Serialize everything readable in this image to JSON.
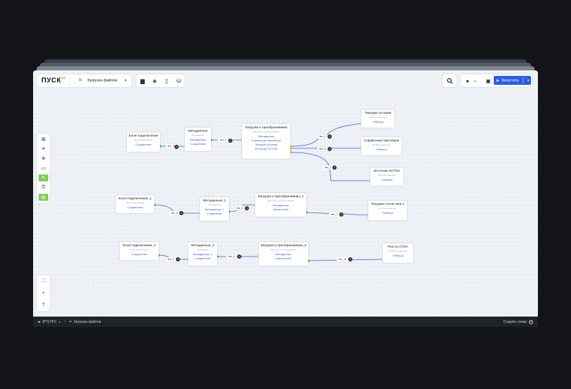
{
  "window": {
    "logo_text": "ПУСК",
    "logo_sup": "60",
    "file_title": "Загрузка файлов"
  },
  "toolbar": {
    "run_label": "Запустить"
  },
  "nodes": {
    "excel1": {
      "title": "Excel подключение",
      "subtitle": "Excel подключение",
      "line1": "Соединение"
    },
    "meta1": {
      "title": "Метаданные",
      "subtitle": "Метаданные",
      "line1": "Метаданные",
      "line2": "Соединение"
    },
    "load1": {
      "title": "Загрузка и преобразование",
      "subtitle": "Загрузка и преобразование",
      "line1": "Метаданные",
      "line2": "Справочник партнёров",
      "line3": "Текущие условия",
      "line4": "Источник_НСТОА"
    },
    "out_cur": {
      "title": "Текущие условия",
      "subtitle": "DF Блок хранения",
      "line1": "Таблица"
    },
    "out_partner": {
      "title": "Справочник партнёров",
      "subtitle": "DF Блок хранения",
      "line1": "Таблица"
    },
    "out_nstoa": {
      "title": "Источник НСТОА",
      "subtitle": "DF Блок хранения",
      "line1": "Таблица"
    },
    "excel2": {
      "title": "Excel подключение_1",
      "subtitle": "Excel подключение",
      "line1": "Соединение"
    },
    "meta2": {
      "title": "Метаданные_1",
      "subtitle": "Метаданные",
      "line1": "Метаданные_1",
      "line2": "Соединение"
    },
    "load2": {
      "title": "Загрузка и преобразование_1",
      "subtitle": "Загрузка и преобразование",
      "line1": "Метаданные",
      "line2": "Извлечь всё"
    },
    "out_stat": {
      "title": "Текущая статистика 1",
      "subtitle": "DF Блок хранения",
      "line1": "Таблица"
    },
    "excel3": {
      "title": "Excel подключение_2",
      "subtitle": "Excel подключение",
      "line1": "Соединение"
    },
    "meta3": {
      "title": "Метаданные_2",
      "subtitle": "Метаданные",
      "line1": "Метаданные_2",
      "line2": "Соединение"
    },
    "load3": {
      "title": "Загрузка и преобразование_2",
      "subtitle": "Загрузка и преобразование",
      "line1": "Метаданные",
      "line2": "Извлечь всё"
    },
    "out_reestr": {
      "title": "Реестр СТОА",
      "subtitle": "DF Блок хранения",
      "line1": "Таблица"
    }
  },
  "edge_labels": {
    "e0": "line",
    "e1": "line_1",
    "e2": "line_2",
    "e3": "line_3",
    "e4": "line_4",
    "e5": "line_5",
    "e6": "line_6",
    "e7": "line_7",
    "e8": "line_8",
    "e9": "line_9",
    "e10": "line_10"
  },
  "statusbar": {
    "project": "[PT] PFC",
    "file": "Загрузка файлов",
    "create_label": "Создать схему"
  },
  "colors": {
    "accent": "#2d5ce8",
    "edge": "#3a5bd9",
    "port_out": "#2fb344",
    "port_orange": "#f59e0b"
  }
}
